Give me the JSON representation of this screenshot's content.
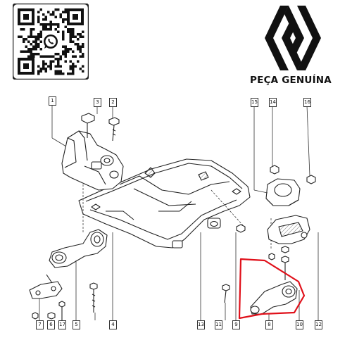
{
  "brand": {
    "label": "PEÇA GENUÍNA",
    "logo_icon": "renault-diamond-logo",
    "qr_icon": "whatsapp-qr-code"
  },
  "callouts": [
    "1",
    "2",
    "3",
    "4",
    "5",
    "6",
    "7",
    "8",
    "9",
    "10",
    "11",
    "12",
    "13",
    "14",
    "15",
    "16",
    "17"
  ],
  "highlight_color": "#e0101a"
}
